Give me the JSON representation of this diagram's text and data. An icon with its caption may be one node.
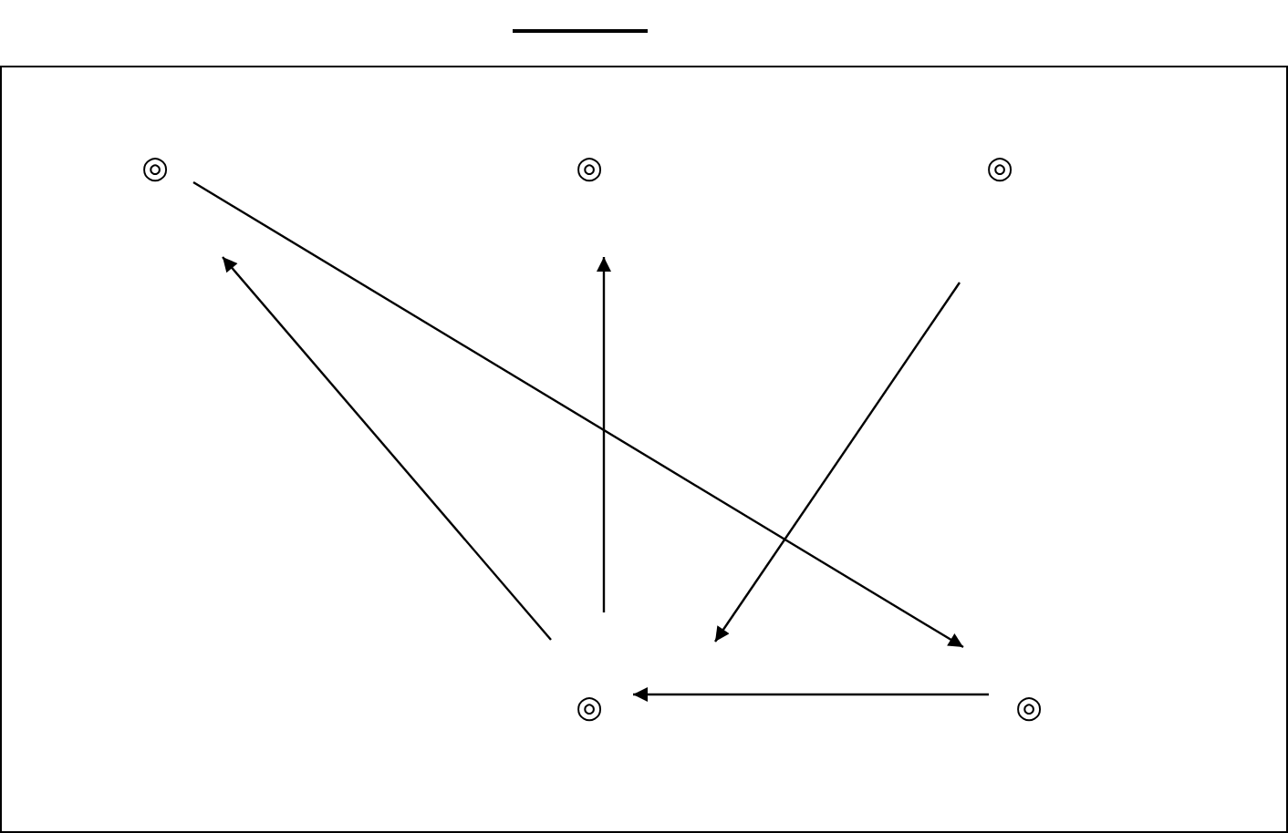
{
  "diagram": {
    "nodes": [
      {
        "text": [
          "◎"
        ]
      },
      {
        "text": [
          "◎"
        ]
      },
      {
        "text": [
          "◎"
        ]
      },
      {
        "text": [
          "◎"
        ]
      },
      {
        "text": [
          "◎"
        ]
      }
    ],
    "edges": [
      {
        "from": 0,
        "to": 4,
        "arrow": "to"
      },
      {
        "from": 3,
        "to": 0,
        "arrow": "to"
      },
      {
        "from": 3,
        "to": 1,
        "arrow": "to"
      },
      {
        "from": 2,
        "to": 3,
        "arrow": "to"
      },
      {
        "from": 4,
        "to": 3,
        "arrow": "to"
      }
    ]
  }
}
